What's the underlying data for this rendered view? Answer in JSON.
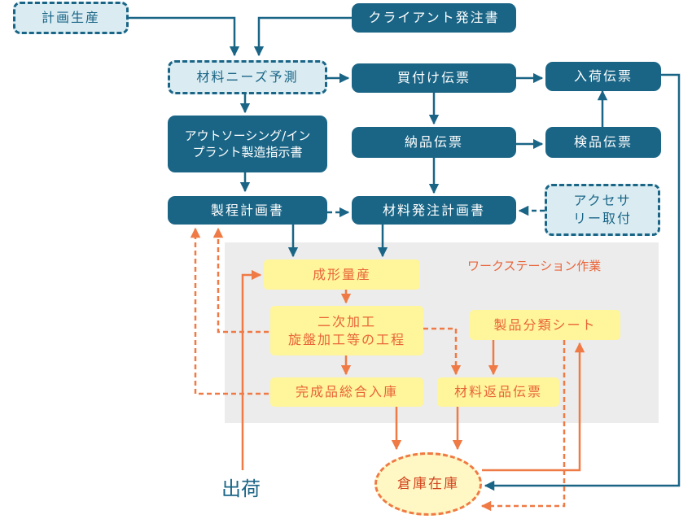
{
  "area_label": "ワークステーション作業",
  "shipping_label": "出荷",
  "nodes": {
    "keikaku_seisan": "計画生産",
    "client_order": "クライアント発注書",
    "material_needs": "材料ニーズ予測",
    "purchase_slip": "買付け伝票",
    "arrival_slip": "入荷伝票",
    "outsourcing": "アウトソーシング/イン\nプラント製造指示書",
    "delivery_slip": "納品伝票",
    "inspection_slip": "検品伝票",
    "process_plan": "製程計画書",
    "material_order_plan": "材料発注計画書",
    "accessory": "アクセサ\nリー取付",
    "molding": "成形量産",
    "secondary": "二次加工\n旋盤加工等の工程",
    "product_sort": "製品分類シート",
    "finished_storage": "完成品総合入庫",
    "material_return": "材料返品伝票",
    "warehouse": "倉庫在庫"
  },
  "colors": {
    "blue": "#1a6586",
    "light_blue": "#daecf2",
    "orange": "#ef7a45",
    "yellow": "#fff59a",
    "gray": "#ececec"
  }
}
